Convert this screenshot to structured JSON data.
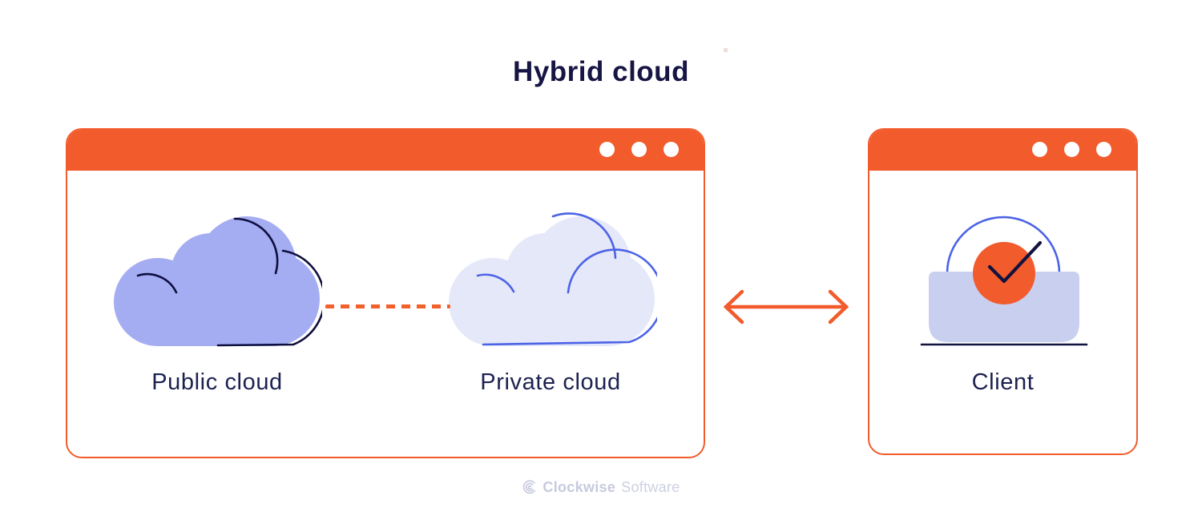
{
  "title": "Hybrid cloud",
  "windows": {
    "left": {
      "type": "browser-window",
      "traffic_dots": 3,
      "nodes": {
        "public": {
          "label": "Public cloud",
          "fill": "#A5ADF2",
          "stroke": "#0E0E3F"
        },
        "private": {
          "label": "Private cloud",
          "fill": "#E4E8F8",
          "stroke": "#4C63E6"
        }
      },
      "connector": {
        "style": "dashed",
        "color": "#F2602B"
      }
    },
    "right": {
      "type": "browser-window",
      "traffic_dots": 3,
      "nodes": {
        "client": {
          "label": "Client",
          "body_fill": "#C9D0EF",
          "ring_stroke": "#4C63E6",
          "badge_fill": "#F25B2C",
          "check_stroke": "#12123F"
        }
      }
    }
  },
  "connector_between_windows": {
    "style": "double-headed-arrow",
    "color": "#F25B2B"
  },
  "footer": {
    "brand": "Clockwise",
    "suffix": "Software",
    "color": "#C7CADE"
  },
  "colors": {
    "accent_orange": "#F25B2B",
    "title_navy": "#161544",
    "label_navy": "#1C2150",
    "background": "#FFFFFF"
  },
  "icons": {
    "window_dot": "white-circle",
    "public_cloud": "cloud-filled-periwinkle",
    "private_cloud": "cloud-outline-blue",
    "client_badge": "check-circle-on-lock-body",
    "sync_arrow": "double-headed-arrow",
    "brand_logo": "concentric-c-swirl"
  }
}
